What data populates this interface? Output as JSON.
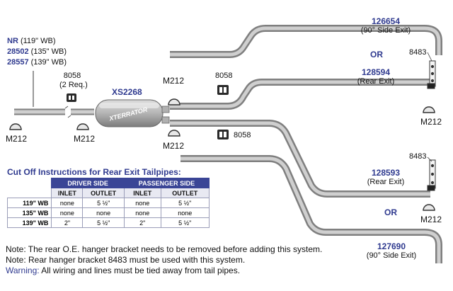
{
  "kit": {
    "nr": "NR",
    "nr_wb": "(119\" WB)",
    "p1": "28502",
    "p1_wb": "(135\" WB)",
    "p2": "28557",
    "p2_wb": "(139\" WB)"
  },
  "muffler": {
    "part": "XS2268",
    "brand": "XTERRATOR"
  },
  "hangers": {
    "h8058_a": "8058",
    "h8058_a_qty": "(2 Req.)",
    "h8058_b": "8058",
    "h8058_c": "8058",
    "h8483_a": "8483",
    "h8483_b": "8483"
  },
  "clamps": {
    "m_left": "M212",
    "m_mid": "M212",
    "m_top": "M212",
    "m_bottom": "M212",
    "m_right_a": "M212",
    "m_right_b": "M212"
  },
  "tailpipes": [
    {
      "part": "126654",
      "desc": "(90° Side Exit)"
    },
    {
      "part": "128594",
      "desc": "(Rear Exit)"
    },
    {
      "part": "128593",
      "desc": "(Rear Exit)"
    },
    {
      "part": "127690",
      "desc": "(90° Side Exit)"
    }
  ],
  "or_a": "OR",
  "or_b": "OR",
  "cutoff": {
    "title": "Cut Off Instructions for Rear Exit Tailpipes:",
    "driver": "DRIVER SIDE",
    "passenger": "PASSENGER SIDE",
    "inlet": "INLET",
    "outlet": "OUTLET",
    "rows": [
      {
        "wb": "119\" WB",
        "d_in": "none",
        "d_out": "5 ½\"",
        "p_in": "none",
        "p_out": "5 ½\""
      },
      {
        "wb": "135\" WB",
        "d_in": "none",
        "d_out": "none",
        "p_in": "none",
        "p_out": "none"
      },
      {
        "wb": "139\" WB",
        "d_in": "2\"",
        "d_out": "5 ½\"",
        "p_in": "2\"",
        "p_out": "5 ½\""
      }
    ]
  },
  "notes": {
    "n1": "Note: The rear O.E. hanger bracket needs to be removed before adding this system.",
    "n2": "Note: Rear hanger bracket 8483 must be used with this system.",
    "warn_label": "Warning:",
    "warn_text": " All wiring and lines must be tied away from tail pipes."
  },
  "colors": {
    "accent": "#2f3a8f",
    "pipe": "#a7a7a7",
    "table_band": "#3a4596"
  }
}
